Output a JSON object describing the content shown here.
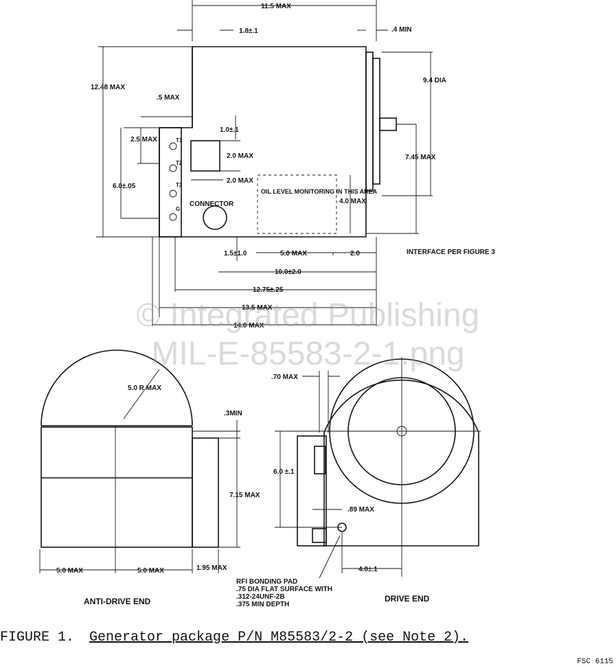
{
  "top_view": {
    "dim_overall_length": "11.5 MAX",
    "dim_flange_offset": "1.8±.1",
    "dim_flange_min": ".4 MIN",
    "dim_height": "12.48 MAX",
    "dim_step": ".5 MAX",
    "dim_diameter": "9.4 DIA",
    "dim_terminal_height": "2.5 MAX",
    "dim_window_offset": "1.0±.1",
    "dim_window_height": "2.0 MAX",
    "dim_window_width": "2.0 MAX",
    "dim_shaft_height": "7.45 MAX",
    "dim_connector_height": "6.0±.05",
    "oil_level_note": "OIL LEVEL MONITORING IN THIS AREA",
    "dim_oil_height": "4.0 MAX",
    "connector_label": "CONNECTOR",
    "terminal_labels": [
      "T1",
      "T2",
      "T3",
      "G"
    ],
    "dim_bottom_left": "1.5±1.0",
    "dim_bottom_mid": "5.0 MAX",
    "dim_bottom_right": "2.0",
    "interface_note": "INTERFACE PER FIGURE 3",
    "dim_row2": "10.0±2.0",
    "dim_row3": "12.75±.25",
    "dim_row4": "13.5 MAX",
    "dim_row5": "14.0 MAX"
  },
  "anti_drive_end": {
    "title": "ANTI-DRIVE END",
    "dim_radius": "5.0 R MAX",
    "dim_min": ".3MIN",
    "dim_height": "7.15 MAX",
    "dim_left": "5.0 MAX",
    "dim_right": "5.0 MAX",
    "dim_offset": "1.95 MAX"
  },
  "drive_end": {
    "title": "DRIVE END",
    "dim_top": ".70 MAX",
    "dim_height": "6.0 ±.1",
    "dim_pad": ".89 MAX",
    "dim_offset": "4.0±.1",
    "rfi_note": [
      "RFI BONDING PAD",
      ".75 DIA FLAT SURFACE WITH",
      ".312-24UNF-2B",
      ".375 MIN DEPTH"
    ]
  },
  "watermark": [
    "© Integrated Publishing",
    "MIL-E-85583-2-1.png"
  ],
  "caption": {
    "figure": "FIGURE 1.",
    "title": "Generator package P/N M85583/2-2 (see Note 2)."
  },
  "doc_number": "FSC 6115"
}
